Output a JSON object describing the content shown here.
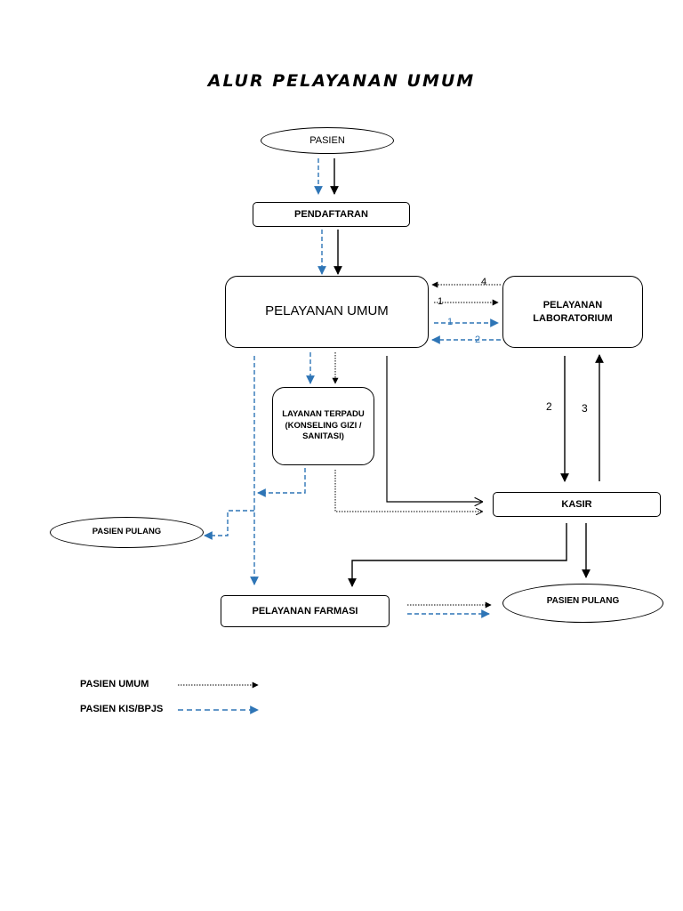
{
  "title": "ALUR PELAYANAN UMUM",
  "nodes": {
    "pasien": "PASIEN",
    "pendaftaran": "PENDAFTARAN",
    "pelayanan_umum": "PELAYANAN UMUM",
    "laboratorium": "PELAYANAN LABORATORIUM",
    "layanan_terpadu": "LAYANAN TERPADU (KONSELING GIZI / SANITASI)",
    "kasir": "KASIR",
    "pasien_pulang_left": "PASIEN PULANG",
    "farmasi": "PELAYANAN FARMASI",
    "pasien_pulang_right": "PASIEN PULANG"
  },
  "step_labels": {
    "s4": "4",
    "s1_dotted": "1",
    "s1_dashed": "1",
    "s2_dashed": "2",
    "s2": "2",
    "s3": "3"
  },
  "legend": {
    "umum": "PASIEN UMUM",
    "kis": "PASIEN KIS/BPJS"
  },
  "colors": {
    "dashed_line": "#2e75b6",
    "solid_line": "#000000"
  }
}
